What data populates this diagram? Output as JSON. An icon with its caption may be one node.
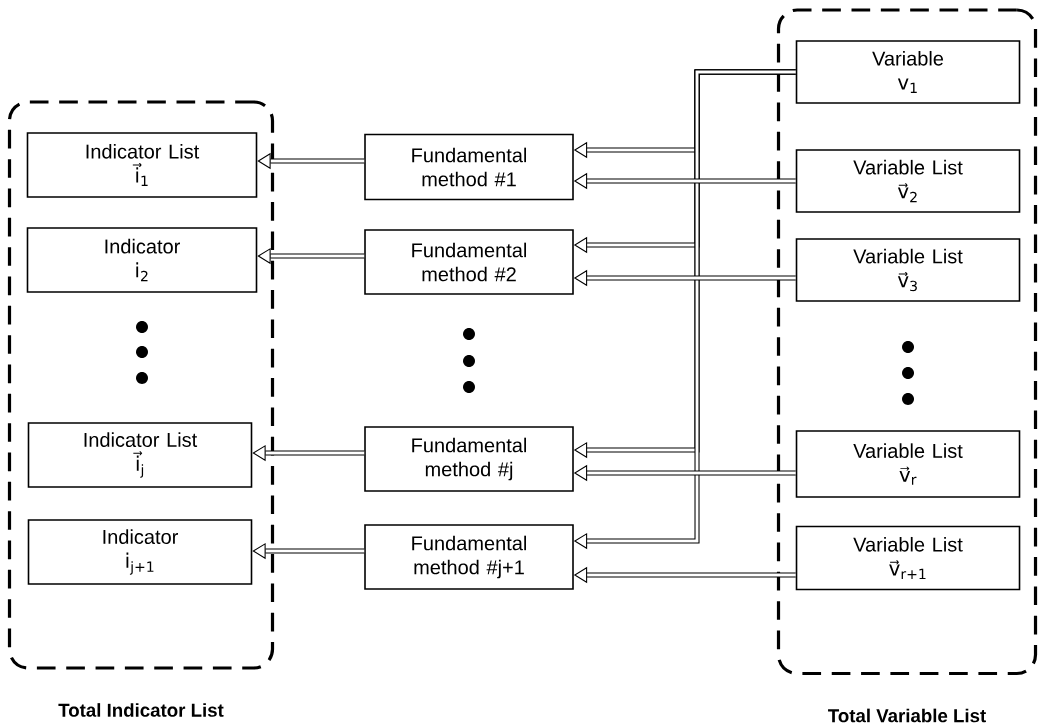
{
  "diagram": {
    "nodes": [
      {
        "text": [
          "Total Indicator List"
        ]
      },
      {
        "text": [
          "Indicator List",
          "i⃗$_{1}$"
        ],
        "in": 0
      },
      {
        "text": [
          "Indicator",
          "i$_{2}$"
        ],
        "in": 0
      },
      {
        "text": [
          "Indicator List",
          "i⃗$_{j}$"
        ],
        "in": 0
      },
      {
        "text": [
          "Indicator",
          "i$_{j+1}$"
        ],
        "in": 0
      },
      {
        "text": [
          "Fundamental method #1"
        ]
      },
      {
        "text": [
          "Fundamental method #2"
        ]
      },
      {
        "text": [
          "Fundamental method #j"
        ]
      },
      {
        "text": [
          "Fundamental method #j+1"
        ]
      },
      {
        "text": [
          "Total Variable List"
        ]
      },
      {
        "text": [
          "Variable",
          "v$_{1}$"
        ],
        "in": 9
      },
      {
        "text": [
          "Variable List",
          "v⃗$_{2}$"
        ],
        "in": 9
      },
      {
        "text": [
          "Variable List",
          "v⃗$_{3}$"
        ],
        "in": 9
      },
      {
        "text": [
          "Variable List",
          "v⃗$_{r}$"
        ],
        "in": 9
      },
      {
        "text": [
          "Variable List",
          "v⃗$_{r+1}$"
        ],
        "in": 9
      }
    ],
    "edges": [
      {
        "from": 5,
        "to": 1,
        "arrow": "to"
      },
      {
        "from": 6,
        "to": 2,
        "arrow": "to"
      },
      {
        "from": 7,
        "to": 3,
        "arrow": "to"
      },
      {
        "from": 8,
        "to": 4,
        "arrow": "to"
      },
      {
        "from": 10,
        "to": 5,
        "arrow": "to"
      },
      {
        "from": 10,
        "to": 6,
        "arrow": "to"
      },
      {
        "from": 10,
        "to": 7,
        "arrow": "to"
      },
      {
        "from": 10,
        "to": 8,
        "arrow": "to"
      },
      {
        "from": 11,
        "to": 5,
        "arrow": "to"
      },
      {
        "from": 12,
        "to": 6,
        "arrow": "to"
      },
      {
        "from": 13,
        "to": 7,
        "arrow": "to"
      },
      {
        "from": 14,
        "to": 8,
        "arrow": "to"
      }
    ]
  }
}
